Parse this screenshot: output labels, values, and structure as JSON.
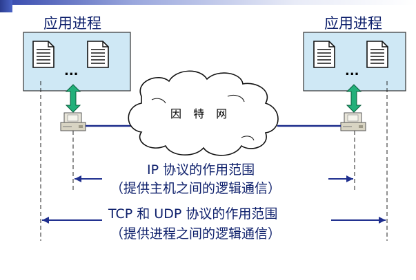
{
  "left_host": {
    "title": "应用进程",
    "ellipsis": "..."
  },
  "right_host": {
    "title": "应用进程",
    "ellipsis": "..."
  },
  "network": {
    "label": "因 特 网"
  },
  "ip_scope": {
    "line1": "IP 协议的作用范围",
    "line2": "（提供主机之间的逻辑通信）"
  },
  "transport_scope": {
    "line1": "TCP 和 UDP 协议的作用范围",
    "line2": "（提供进程之间的逻辑通信）"
  },
  "colors": {
    "box_fill": "#cfe8f5",
    "box_border": "#333333",
    "text": "#0d1f6b",
    "arrow_blue": "#1f2f8f",
    "double_arrow_green": "#22b07a",
    "cable": "#1a2a8a"
  },
  "icons": [
    "document-icon",
    "computer-icon",
    "cloud-icon",
    "double-arrow-icon"
  ]
}
